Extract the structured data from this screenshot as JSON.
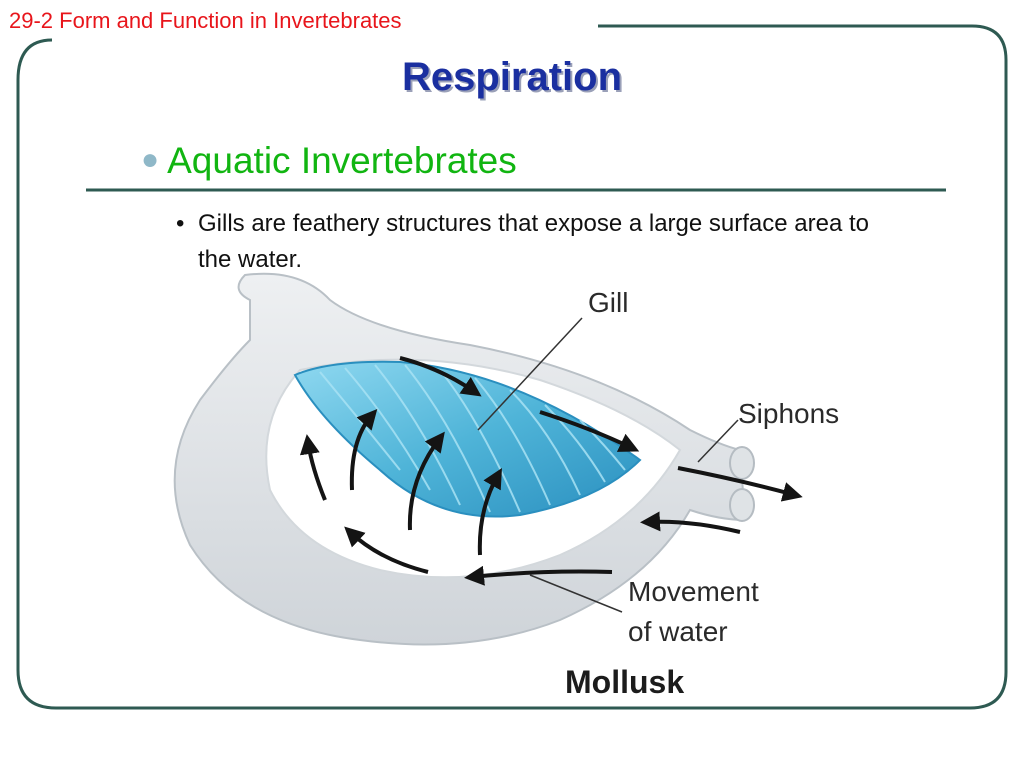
{
  "header": {
    "course_label": "29-2 Form and Function in Invertebrates"
  },
  "slide": {
    "title": "Respiration",
    "bullet_level1": "Aquatic Invertebrates",
    "bullet_level2": "Gills are feathery structures that expose a large surface area to the water."
  },
  "figure": {
    "labels": {
      "gill": "Gill",
      "siphons": "Siphons",
      "movement_line1": "Movement",
      "movement_line2": "of water",
      "caption": "Mollusk"
    }
  },
  "colors": {
    "header_text": "#e8151b",
    "title_text": "#1a2fa0",
    "bullet1_text": "#11b511",
    "frame_line": "#2e5a52",
    "gill_fill": "#4fb4d8"
  }
}
